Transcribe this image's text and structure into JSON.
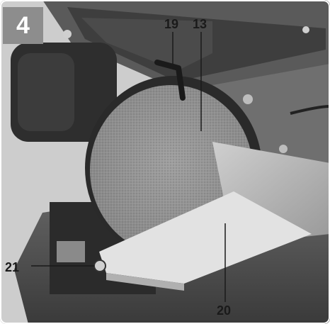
{
  "figure": {
    "number": "4",
    "callouts": {
      "c19": "19",
      "c13": "13",
      "c21": "21",
      "c20": "20"
    }
  },
  "colors": {
    "badge": "#8d8d8d",
    "disc": "#8f8f8f",
    "frame": "#ffffff"
  }
}
